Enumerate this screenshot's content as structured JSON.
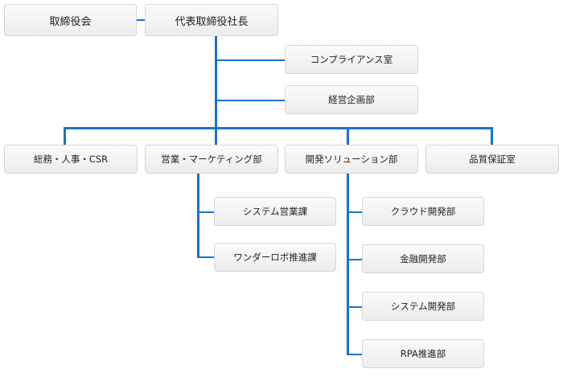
{
  "colors": {
    "connector": "#1a73c9",
    "box_border": "#d6d6d6",
    "box_fill": "#f2f2f2",
    "text": "#222222"
  },
  "org": {
    "board": "取締役会",
    "president": "代表取締役社長",
    "staff": [
      "コンプライアンス室",
      "経営企画部"
    ],
    "divisions": [
      {
        "name": "総務・人事・CSR",
        "units": []
      },
      {
        "name": "営業・マーケティング部",
        "units": [
          "システム営業課",
          "ワンダーロボ推進課"
        ]
      },
      {
        "name": "開発ソリューション部",
        "units": [
          "クラウド開発部",
          "金融開発部",
          "システム開発部",
          "RPA推進部"
        ]
      },
      {
        "name": "品質保証室",
        "units": []
      }
    ]
  }
}
